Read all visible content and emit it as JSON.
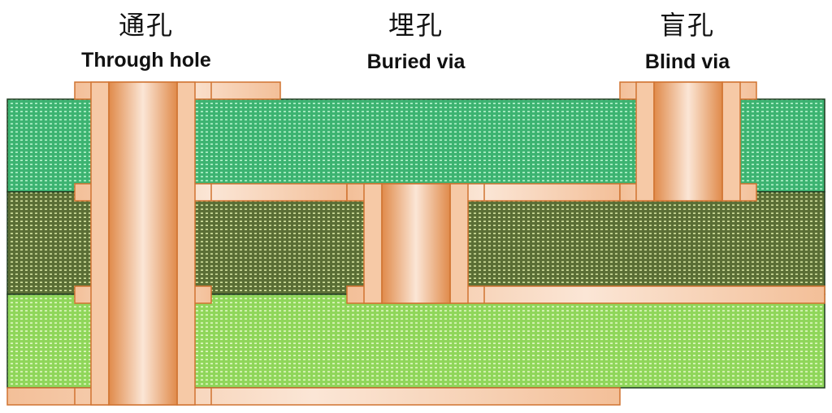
{
  "labels": {
    "through_hole": {
      "cn": "通孔",
      "en": "Through hole"
    },
    "buried_via": {
      "cn": "埋孔",
      "en": "Buried via"
    },
    "blind_via": {
      "cn": "盲孔",
      "en": "Blind via"
    }
  },
  "layers": [
    {
      "name": "top-dielectric",
      "color": "#3cb371",
      "dot": "#b9f5cf"
    },
    {
      "name": "middle-dielectric",
      "color": "#5a6e35",
      "dot": "#d8e6a3"
    },
    {
      "name": "bottom-dielectric",
      "color": "#8fd65a",
      "dot": "#e4f9c8"
    }
  ],
  "colors": {
    "copper_dark": "#e08a4a",
    "copper_light": "#fbe6d6",
    "copper_pad": "#f6c9a6",
    "copper_outline": "#d07330",
    "layer_border": "#1f3a1f"
  }
}
